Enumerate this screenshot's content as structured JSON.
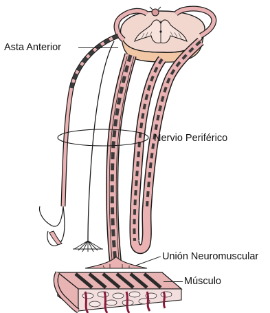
{
  "labels": {
    "anterior_horn": "Asta Anterior",
    "peripheral_nerve": "Nervio Periférico",
    "neuromuscular_junction": "Unión Neuromuscular",
    "muscle": "Músculo"
  },
  "colors": {
    "spinal_cord_top": "#f2d7cf",
    "spinal_cord_side": "#f1c7a5",
    "nerve_fill": "#eab2b2",
    "nerve_sheath": "#d89a9a",
    "myelin_segment": "#3b3b3b",
    "muscle_fill": "#e7b3b3",
    "muscle_band": "#2a2a2a",
    "capillary": "#8b1a3a",
    "outline": "#1a1a1a"
  }
}
